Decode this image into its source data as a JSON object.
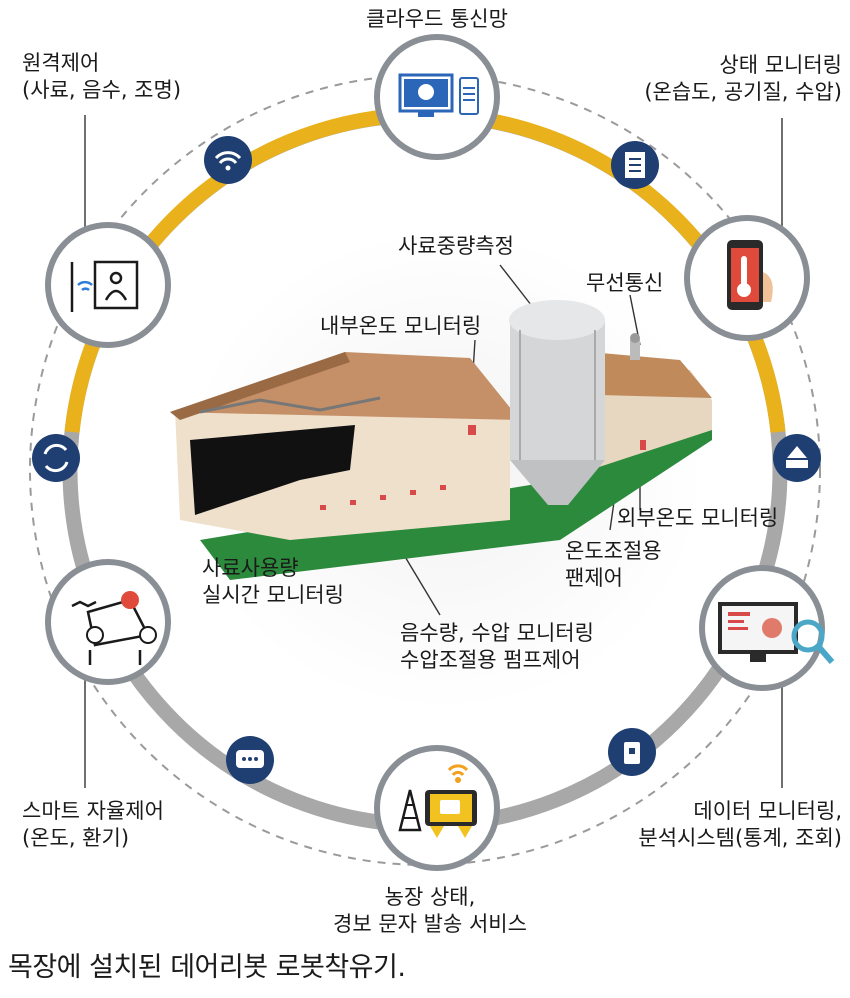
{
  "nodes": {
    "cloud": {
      "title": "클라우드 통신망"
    },
    "remote": {
      "line1": "원격제어",
      "line2": "(사료, 음수, 조명)"
    },
    "status": {
      "line1": "상태 모니터링",
      "line2": "(온습도, 공기질, 수압)"
    },
    "smart": {
      "line1": "스마트 자율제어",
      "line2": "(온도, 환기)"
    },
    "data": {
      "line1": "데이터 모니터링,",
      "line2": "분석시스템(통계, 조회)"
    },
    "alert": {
      "line1": "농장 상태,",
      "line2": "경보 문자 발송 서비스"
    }
  },
  "farm": {
    "feed_weight": "사료중량측정",
    "wireless": "무선통신",
    "inner_temp": "내부온도 모니터링",
    "outer_temp": "외부온도 모니터링",
    "fan": {
      "line1": "온도조절용",
      "line2": "팬제어"
    },
    "feed_usage": {
      "line1": "사료사용량",
      "line2": "실시간 모니터링"
    },
    "water": {
      "line1": "음수량, 수압 모니터링",
      "line2": "수압조절용 펌프제어"
    }
  },
  "caption": "목장에 설치된 데어리봇 로봇착유기.",
  "colors": {
    "ring_yellow": "#e9b21c",
    "ring_gray": "#a8a8a8",
    "badge_navy": "#1f3f73",
    "field_green": "#2c8a3c",
    "roof": "#c08a5a"
  }
}
